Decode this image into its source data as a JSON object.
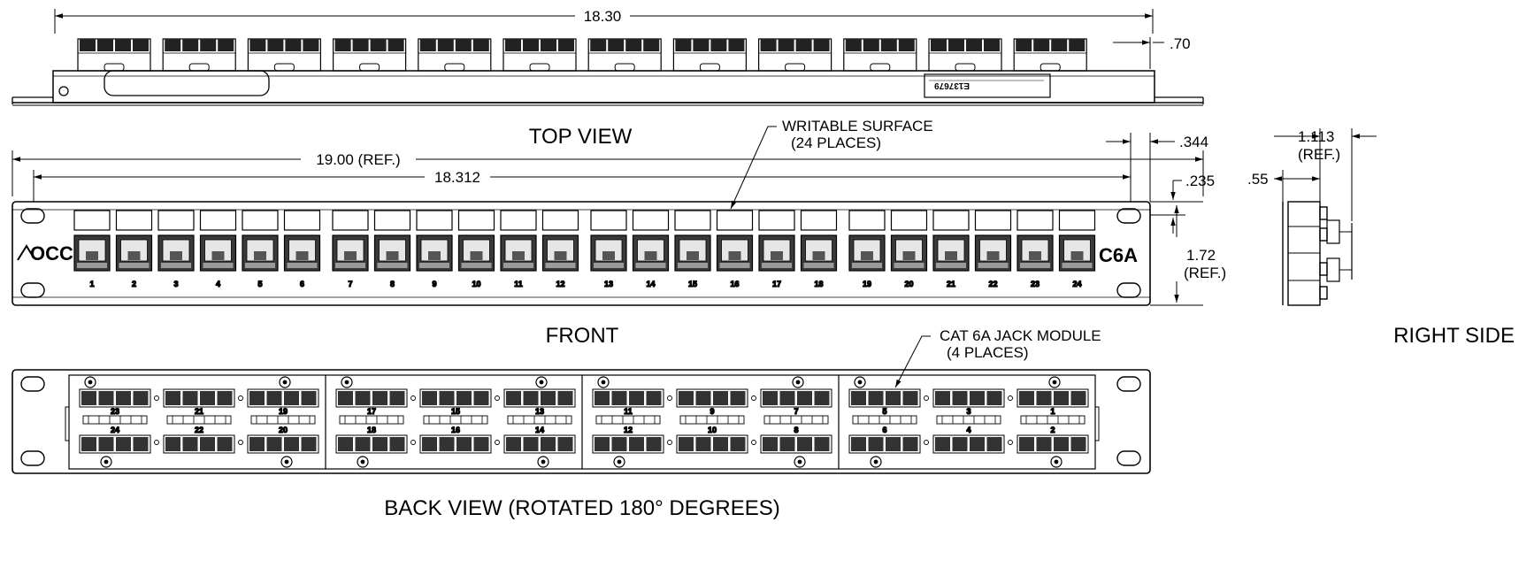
{
  "views": {
    "top": "TOP VIEW",
    "front": "FRONT",
    "right": "RIGHT SIDE",
    "back": "BACK VIEW (ROTATED 180° DEGREES)"
  },
  "dimensions": {
    "overall_top": "18.30",
    "depth": ".70",
    "overall_ref": "19.00  (REF.)",
    "inner_width": "18.312",
    "ear_offset": ".344",
    "hole_offset": ".235",
    "height_value": "1.72",
    "height_ref": "(REF.)",
    "side_depth": "1.113",
    "side_depth_ref": "(REF.)",
    "side_front": ".55"
  },
  "callouts": {
    "writable_line1": "WRITABLE SURFACE",
    "writable_line2": "(24 PLACES)",
    "module_line1": "CAT 6A JACK MODULE",
    "module_line2": "(4 PLACES)"
  },
  "branding": {
    "left_logo": "OCC",
    "right_logo": "C6A",
    "top_label": "E137679"
  },
  "ports_front": [
    "1",
    "2",
    "3",
    "4",
    "5",
    "6",
    "7",
    "8",
    "9",
    "10",
    "11",
    "12",
    "13",
    "14",
    "15",
    "16",
    "17",
    "18",
    "19",
    "20",
    "21",
    "22",
    "23",
    "24"
  ],
  "ports_back_top": [
    "23",
    "21",
    "19",
    "17",
    "15",
    "13",
    "11",
    "9",
    "7",
    "5",
    "3",
    "1"
  ],
  "ports_back_bottom": [
    "24",
    "22",
    "20",
    "18",
    "16",
    "14",
    "12",
    "10",
    "8",
    "6",
    "4",
    "2"
  ]
}
